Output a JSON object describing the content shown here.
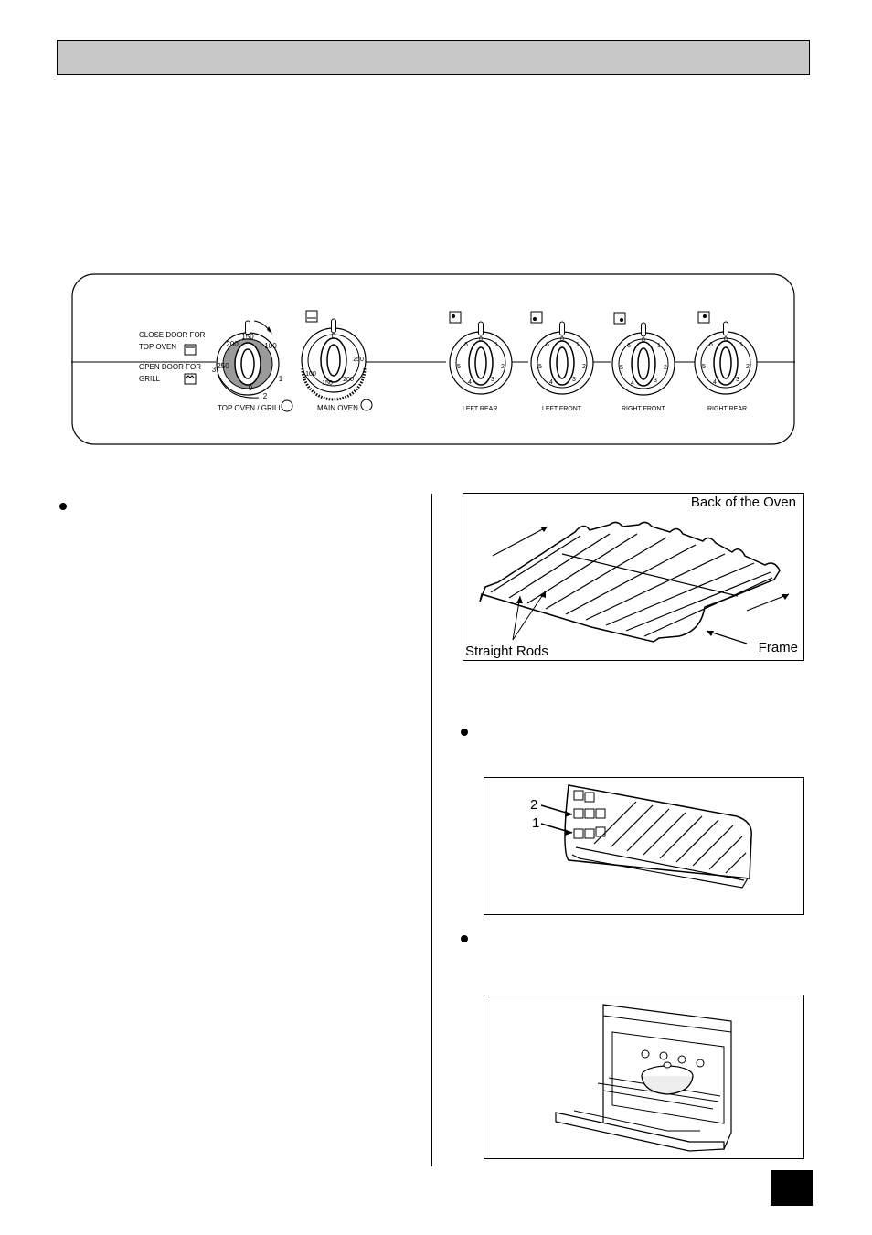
{
  "control_panel": {
    "close_door_for": "CLOSE DOOR FOR",
    "top_oven": "TOP OVEN",
    "open_door_for": "OPEN DOOR FOR",
    "grill": "GRILL",
    "top_oven_grill": "TOP OVEN / GRILL",
    "main_oven": "MAIN OVEN",
    "left_rear": "LEFT REAR",
    "left_front": "LEFT FRONT",
    "right_front": "RIGHT FRONT",
    "right_rear": "RIGHT REAR",
    "top_dial_marks": [
      "150",
      "200",
      "250",
      "100",
      "0"
    ],
    "grill_marks": [
      "3",
      "2",
      "1"
    ],
    "main_dial_marks": [
      "0",
      "100",
      "150",
      "200",
      "250"
    ],
    "burner_marks": [
      "0",
      "1",
      "2",
      "3",
      "4",
      "5",
      "6"
    ]
  },
  "figure_shelf": {
    "back_of_oven": "Back of the Oven",
    "straight_rods": "Straight Rods",
    "frame": "Frame"
  },
  "figure_runners": {
    "label_2": "2",
    "label_1": "1"
  }
}
